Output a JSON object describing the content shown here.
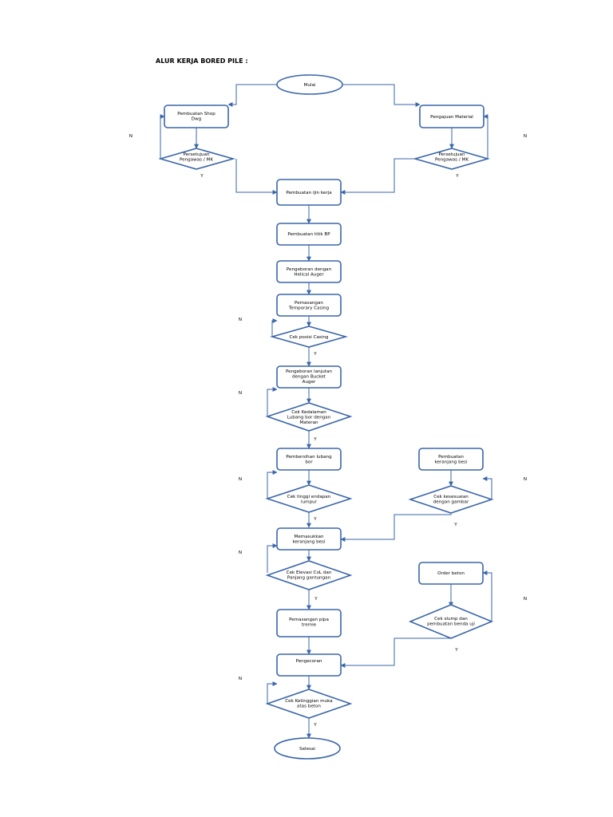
{
  "title": "ALUR KERJA BORED PILE :",
  "colors": {
    "stroke": "#3a66a8",
    "fill": "#ffffff",
    "text": "#000000"
  },
  "nodes": {
    "mulai": "Mulai",
    "shop_dwg": [
      "Pembuatan Shop",
      "Dwg"
    ],
    "pengajuan_material": [
      "Pengajuan Material"
    ],
    "persetujuan_left": [
      "Persetujuan",
      "Pengawas / MK"
    ],
    "persetujuan_right": [
      "Persetujuan",
      "Pengawas / MK"
    ],
    "ijin_kerja": [
      "Pembuatan ijin kerja"
    ],
    "titik_bp": [
      "Pembuatan titik BP"
    ],
    "pengeboran_helical": [
      "Pengeboran dengan",
      "Helical Auger"
    ],
    "temporary_casing": [
      "Pemasangan",
      "Temporary Casing"
    ],
    "cek_posisi_casing": [
      "Cek posisi Casing"
    ],
    "pengeboran_lanjutan": [
      "Pengeboran lanjutan",
      "dengan Bucket",
      "Auger"
    ],
    "cek_kedalaman": [
      "Cek Kedalaman",
      "Lubang bor dengan",
      "Materan"
    ],
    "pembersihan": [
      "Pembersihan lubang",
      "bor"
    ],
    "cek_endapan": [
      "Cek tinggi endapan",
      "lumpur"
    ],
    "pembuatan_keranjang": [
      "Pembuatan",
      "keranjang besi"
    ],
    "cek_kesesuaian": [
      "Cek kesesuaian",
      "dengan gambar"
    ],
    "memasukkan_keranjang": [
      "Memasukkan",
      "keranjang besi"
    ],
    "cek_elevasi": [
      "Cek Elevasi CoL dan",
      "Panjang gantungan"
    ],
    "order_beton": [
      "Order beton"
    ],
    "cek_slump": [
      "Cek slump dan",
      "pembuatan benda uji"
    ],
    "pipa_tremie": [
      "Pemasangan pipa",
      "tremie"
    ],
    "pengecoran": [
      "Pengecoran"
    ],
    "cek_ketinggian": [
      "Cek Ketinggian muka",
      "atas beton"
    ],
    "selesai": "Selesai"
  },
  "yes_label": "Y",
  "no_label": "N"
}
